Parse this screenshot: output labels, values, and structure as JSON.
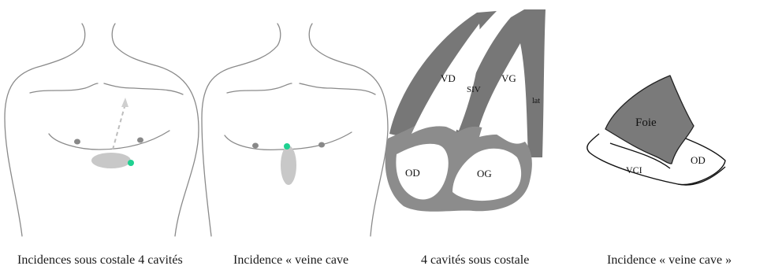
{
  "figure": {
    "captions": {
      "panel1": "Incidences sous costale 4 cavités",
      "panel2": "Incidence « veine cave",
      "panel3": "4 cavités sous costale",
      "panel4": "Incidence « veine cave »"
    },
    "heart_labels": {
      "vd": "VD",
      "siv": "SIV",
      "vg": "VG",
      "lat": "lat",
      "od": "OD",
      "og": "OG"
    },
    "liver_labels": {
      "foie": "Foie",
      "od": "OD",
      "vci": "VCI"
    },
    "colors": {
      "outline": "#8a8a8a",
      "probe": "#c8c8c8",
      "probe_marker": "#1fd191",
      "nipple": "#888888",
      "myocardium": "#777777",
      "liver": "#7a7a7a"
    }
  }
}
